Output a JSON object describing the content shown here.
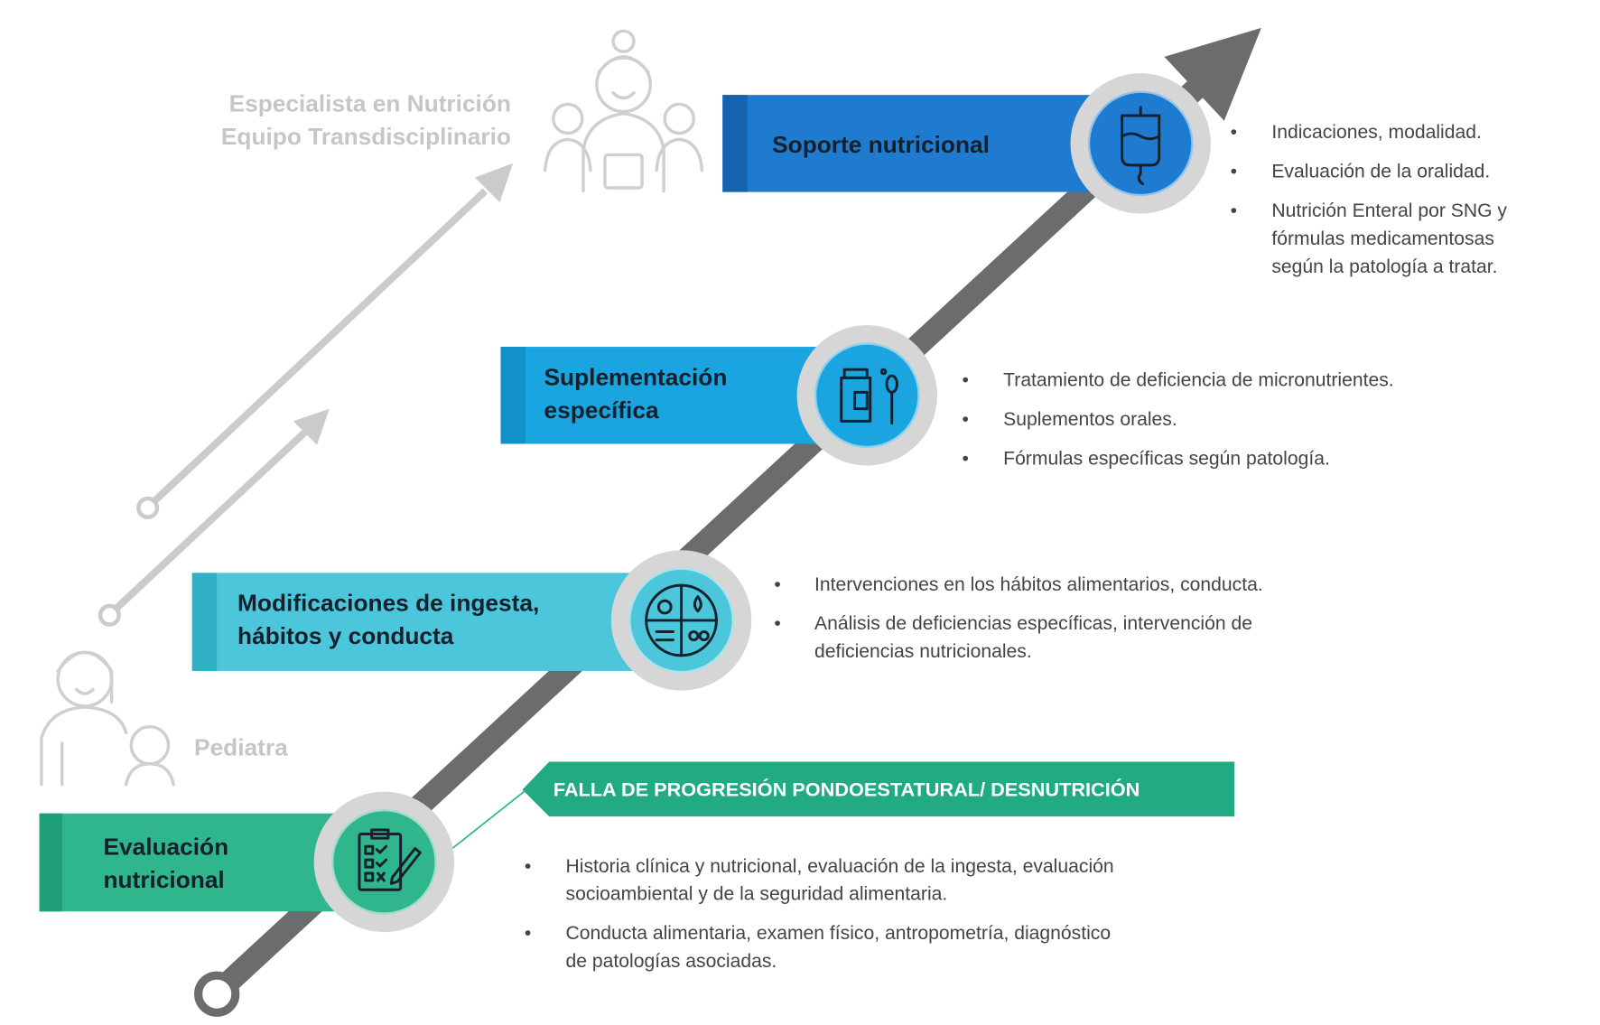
{
  "roles": {
    "specialist_line1": "Especialista en Nutrición",
    "specialist_line2": "Equipo Transdisciplinario",
    "pediatrician": "Pediatra"
  },
  "banner": "FALLA DE PROGRESIÓN PONDOESTATURAL/ DESNUTRICIÓN",
  "steps": [
    {
      "title_lines": [
        "Evaluación",
        "nutricional"
      ],
      "icon": "clipboard-checklist-icon",
      "color": "#2fb68c",
      "bullets": [
        [
          "Historia clínica y nutricional, evaluación de la ingesta, evaluación",
          "socioambiental y de la seguridad alimentaria."
        ],
        [
          "Conducta alimentaria,  examen físico, antropometría, diagnóstico",
          "de patologías asociadas."
        ]
      ]
    },
    {
      "title_lines": [
        "Modificaciones de ingesta,",
        "hábitos y conducta"
      ],
      "icon": "food-plate-icon",
      "color": "#4cc6da",
      "bullets": [
        [
          "Intervenciones en los hábitos alimentarios, conducta."
        ],
        [
          "Análisis de deficiencias específicas,  intervención de",
          "deficiencias nutricionales."
        ]
      ]
    },
    {
      "title_lines": [
        "Suplementación",
        "específica"
      ],
      "icon": "supplement-bottle-icon",
      "color": "#1aa5e0",
      "bullets": [
        [
          "Tratamiento de deficiencia de micronutrientes."
        ],
        [
          "Suplementos orales."
        ],
        [
          "Fórmulas específicas  según patología."
        ]
      ]
    },
    {
      "title_lines": [
        "Soporte nutricional"
      ],
      "icon": "iv-bag-icon",
      "color": "#1f7bd0",
      "bullets": [
        [
          "Indicaciones, modalidad."
        ],
        [
          "Evaluación de la oralidad."
        ],
        [
          "Nutrición Enteral por SNG y",
          "fórmulas medicamentosas",
          "según la patología a tratar."
        ]
      ]
    }
  ]
}
